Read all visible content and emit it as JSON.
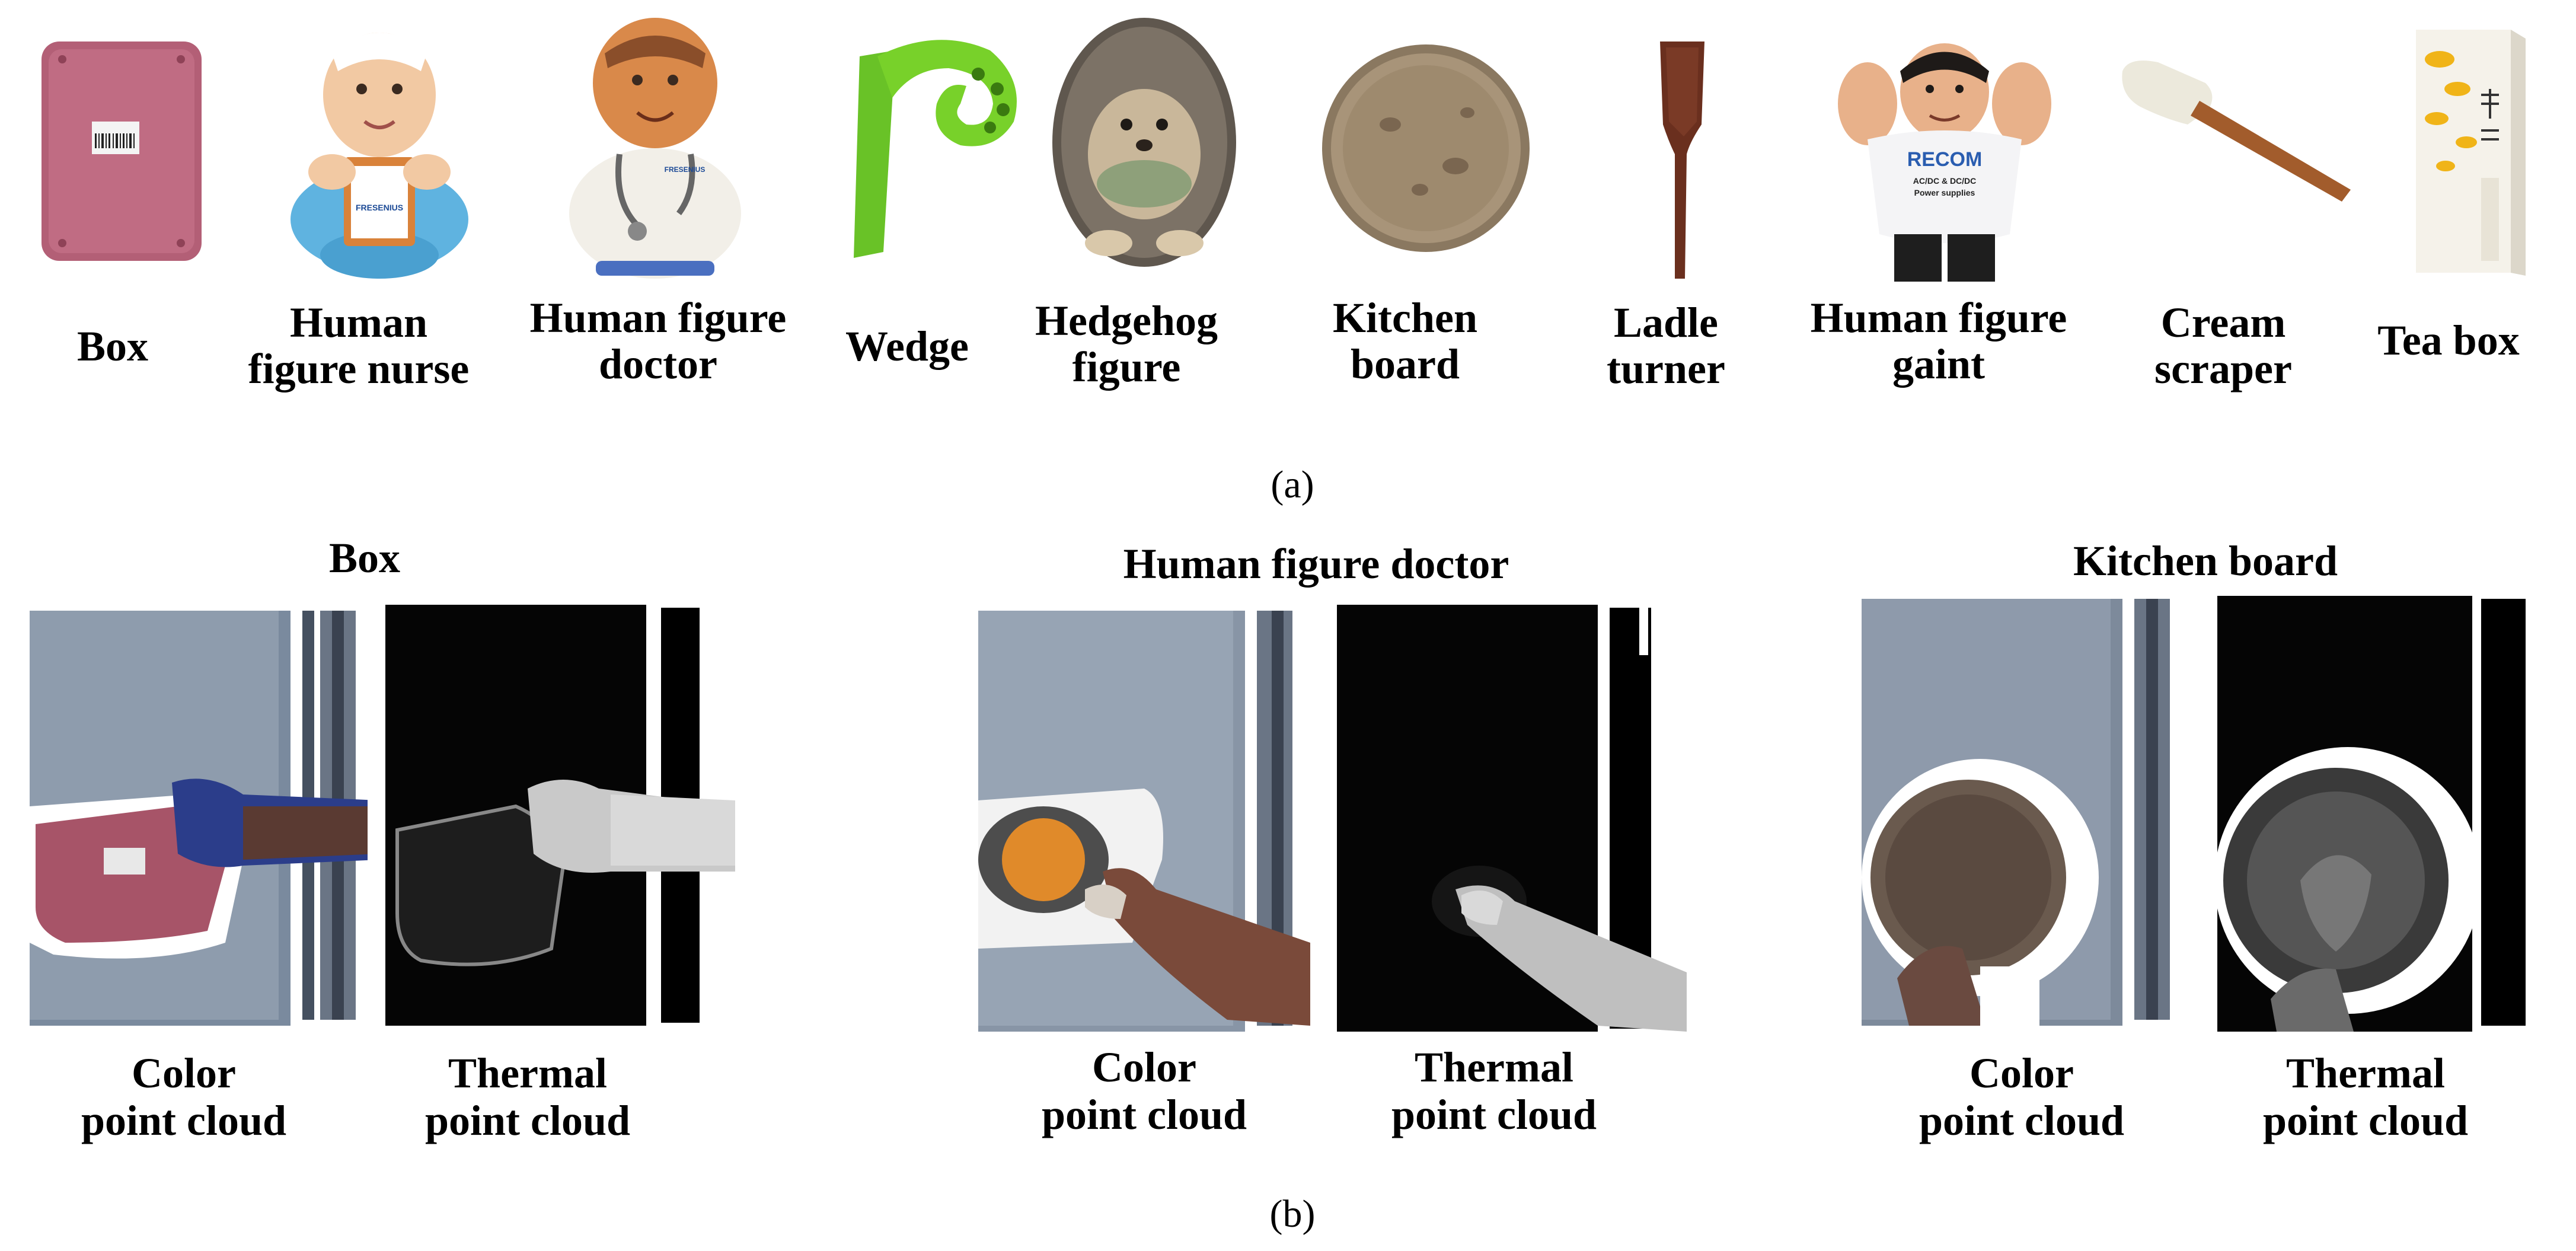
{
  "panel_a": {
    "caption": "(a)",
    "objects": [
      {
        "name": "Box"
      },
      {
        "name": "Human\nfigure nurse"
      },
      {
        "name": "Human figure\ndoctor"
      },
      {
        "name": "Wedge"
      },
      {
        "name": "Hedgehog\nfigure"
      },
      {
        "name": "Kitchen\nboard"
      },
      {
        "name": "Ladle\nturner"
      },
      {
        "name": "Human figure\ngaint"
      },
      {
        "name": "Cream\nscraper"
      },
      {
        "name": "Tea box"
      }
    ],
    "printed_text": {
      "nurse_badge": "FRESENIUS",
      "doctor_badge": "FRESENIUS",
      "giant_logo": "RECOM",
      "giant_line1": "AC/DC & DC/DC",
      "giant_line2": "Power supplies"
    }
  },
  "panel_b": {
    "caption": "(b)",
    "groups": [
      {
        "title": "Box",
        "color_label": "Color\npoint cloud",
        "thermal_label": "Thermal\npoint cloud"
      },
      {
        "title": "Human figure doctor",
        "color_label": "Color\npoint cloud",
        "thermal_label": "Thermal\npoint cloud"
      },
      {
        "title": "Kitchen board",
        "color_label": "Color\npoint cloud",
        "thermal_label": "Thermal\npoint cloud"
      }
    ]
  }
}
